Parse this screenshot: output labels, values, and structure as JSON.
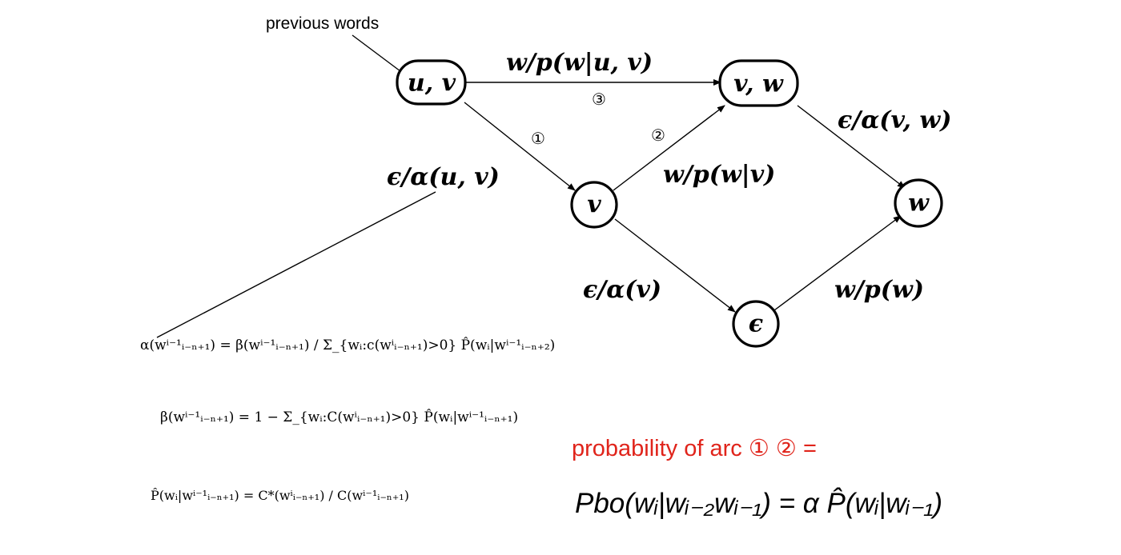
{
  "callout": {
    "text": "previous words"
  },
  "nodes": {
    "uv": "u, v",
    "vw": "v, w",
    "v": "v",
    "w": "w",
    "eps": "ϵ"
  },
  "edges": {
    "uv_to_vw": "w/p(w|u, v)",
    "vw_to_w": "ϵ/α(v, w)",
    "uv_to_v": "ϵ/α(u, v)",
    "v_to_vw": "w/p(w|v)",
    "v_to_eps": "ϵ/α(v)",
    "eps_to_w": "w/p(w)"
  },
  "markers": {
    "m1": "①",
    "m2": "②",
    "m3": "③"
  },
  "formulas": {
    "alpha": "α(wⁱ⁻¹ᵢ₋ₙ₊₁)  =  β(wⁱ⁻¹ᵢ₋ₙ₊₁) / Σ_{wᵢ:c(wⁱᵢ₋ₙ₊₁)>0} P̂(wᵢ|wⁱ⁻¹ᵢ₋ₙ₊₂)",
    "beta": "β(wⁱ⁻¹ᵢ₋ₙ₊₁) = 1 − Σ_{wᵢ:C(wⁱᵢ₋ₙ₊₁)>0} P̂(wᵢ|wⁱ⁻¹ᵢ₋ₙ₊₁)",
    "phat": "P̂(wᵢ|wⁱ⁻¹ᵢ₋ₙ₊₁) = C*(wⁱᵢ₋ₙ₊₁) / C(wⁱ⁻¹ᵢ₋ₙ₊₁)",
    "pbo": "Pbo(wᵢ|wᵢ₋₂wᵢ₋₁)  =  α P̂(wᵢ|wᵢ₋₁)"
  },
  "note": {
    "text": "probability of arc ① ② ="
  }
}
